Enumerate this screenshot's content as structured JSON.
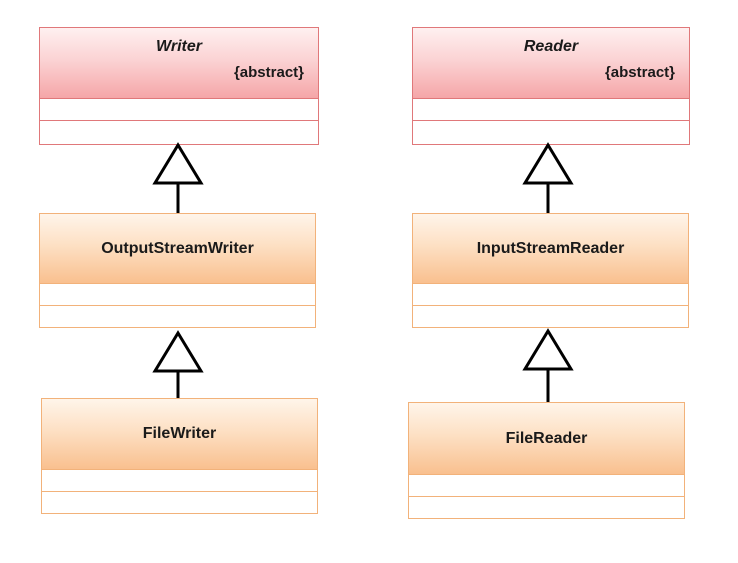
{
  "writer": {
    "name": "Writer",
    "stereotype": "{abstract}"
  },
  "reader": {
    "name": "Reader",
    "stereotype": "{abstract}"
  },
  "output_stream_writer": {
    "name": "OutputStreamWriter"
  },
  "input_stream_reader": {
    "name": "InputStreamReader"
  },
  "file_writer": {
    "name": "FileWriter"
  },
  "file_reader": {
    "name": "FileReader"
  }
}
